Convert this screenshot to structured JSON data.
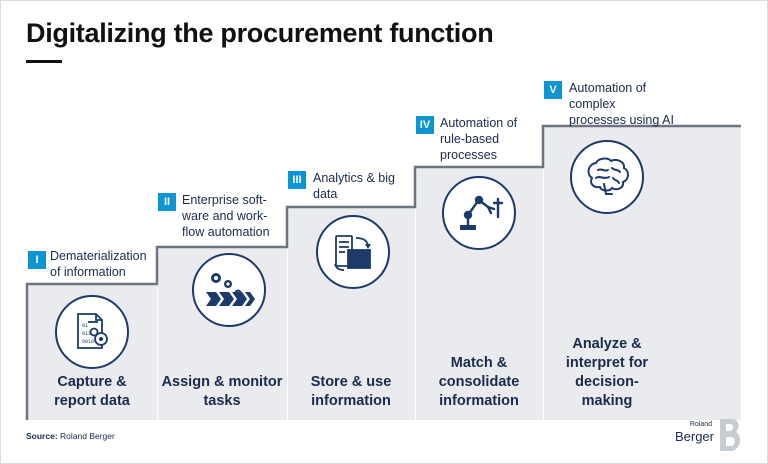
{
  "title": "Digitalizing the procurement function",
  "steps": [
    {
      "numeral": "I",
      "label_lines": [
        "Dematerialization",
        "of information"
      ],
      "icon": "document-gears-icon",
      "caption_lines": [
        "Capture &",
        "report data"
      ]
    },
    {
      "numeral": "II",
      "label_lines": [
        "Enterprise soft-",
        "ware and work-",
        "flow automation"
      ],
      "icon": "workflow-gears-icon",
      "caption_lines": [
        "Assign & monitor",
        "tasks"
      ]
    },
    {
      "numeral": "III",
      "label_lines": [
        "Analytics & big",
        "data"
      ],
      "icon": "server-sync-icon",
      "caption_lines": [
        "Store & use",
        "information"
      ]
    },
    {
      "numeral": "IV",
      "label_lines": [
        "Automation of",
        "rule-based",
        "processes"
      ],
      "icon": "robot-arm-icon",
      "caption_lines": [
        "Match &",
        "consolidate",
        "information"
      ]
    },
    {
      "numeral": "V",
      "label_lines": [
        "Automation of",
        "complex",
        "processes using AI"
      ],
      "icon": "brain-icon",
      "caption_lines": [
        "Analyze &",
        "interpret for",
        "decision-",
        "making"
      ]
    }
  ],
  "source": {
    "prefix": "Source:",
    "text": "Roland Berger"
  },
  "logo": {
    "small": "Roland",
    "big": "Berger"
  },
  "colors": {
    "accent": "#0d94d2",
    "navy": "#1a2b4c",
    "step_fill": "#e9ebee",
    "stair_line": "#6f7580"
  }
}
